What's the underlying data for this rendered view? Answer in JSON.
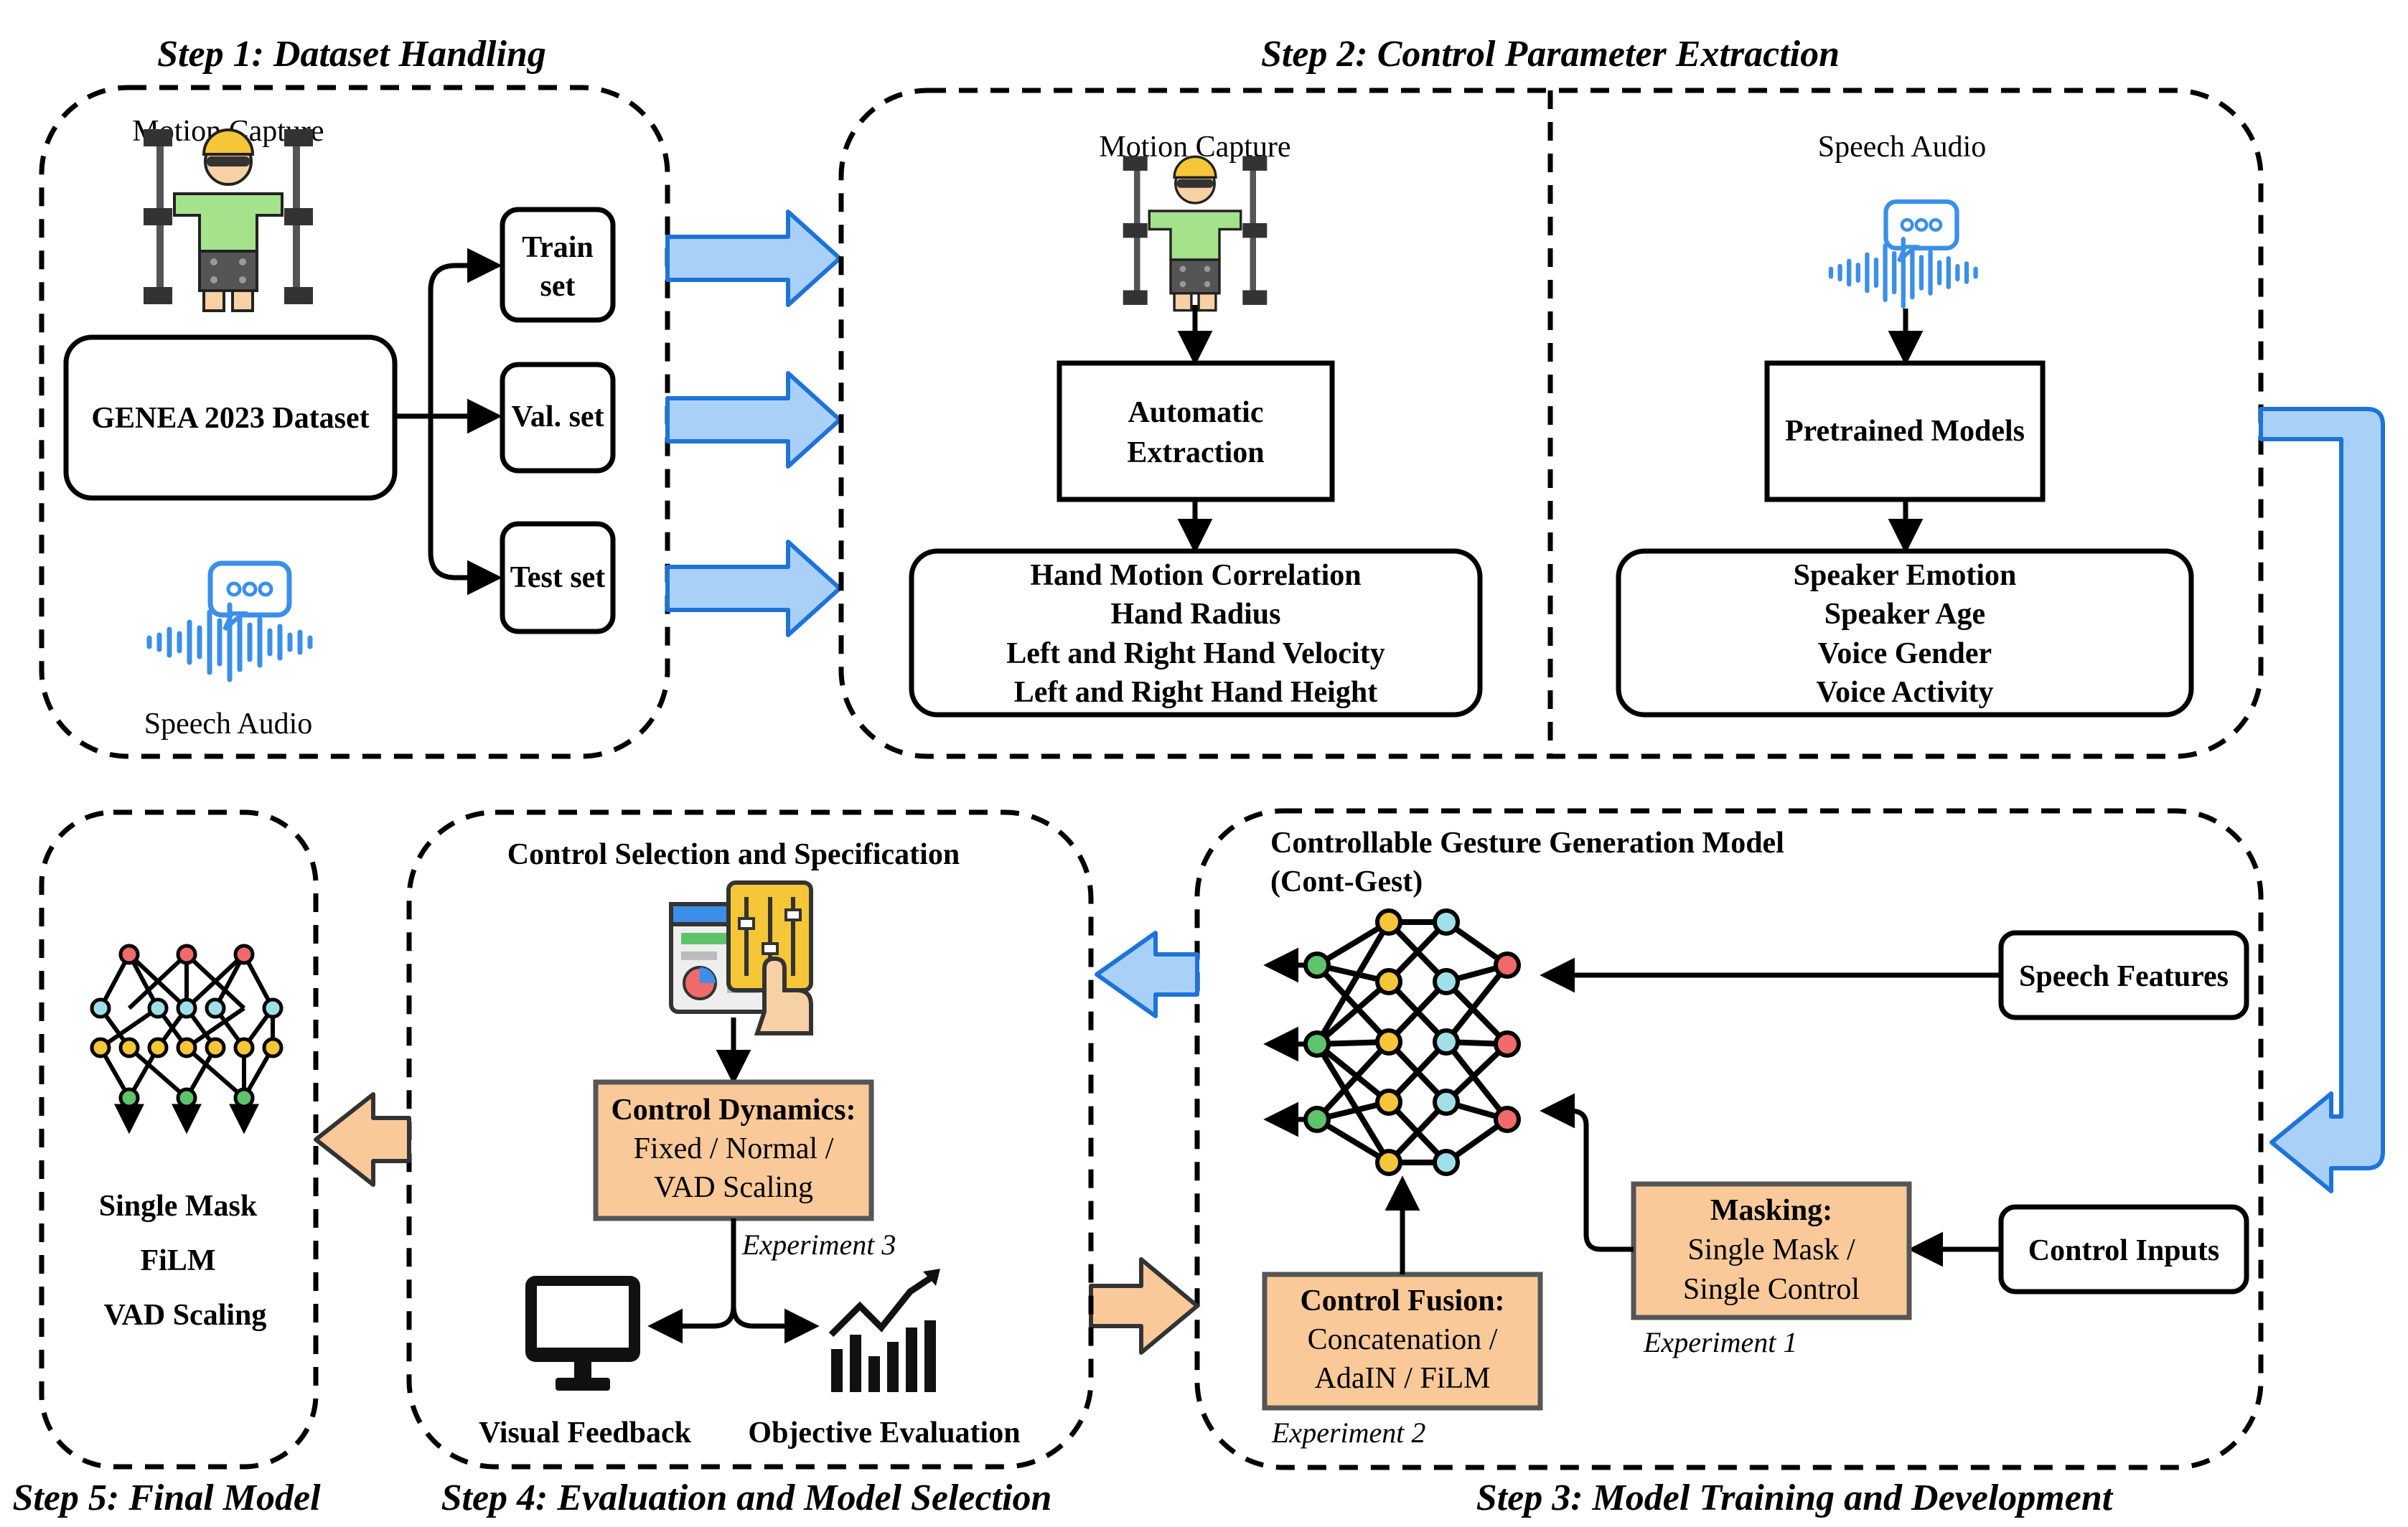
{
  "colors": {
    "blue_arrow": "#a9d1f7",
    "blue_outline": "#1e73d8",
    "orange_fill": "#f9c99a",
    "orange_outline": "#555555",
    "node_red": "#f06a6a",
    "node_green": "#5dc46b",
    "node_yellow": "#f5c637",
    "node_cyan": "#9fe0e8"
  },
  "step1": {
    "title": "Step 1: Dataset Handling",
    "mocap_label": "Motion Capture",
    "audio_label": "Speech Audio",
    "dataset_label": "GENEA 2023 Dataset",
    "train_label_1": "Train",
    "train_label_2": "set",
    "val_label": "Val. set",
    "test_label": "Test set"
  },
  "step2": {
    "title": "Step 2: Control Parameter Extraction",
    "mocap_label": "Motion Capture",
    "audio_label": "Speech Audio",
    "extraction_1": "Automatic",
    "extraction_2": "Extraction",
    "pretrained": "Pretrained Models",
    "motion_params": [
      "Hand Motion Correlation",
      "Hand Radius",
      "Left and Right Hand Velocity",
      "Left and Right Hand Height"
    ],
    "speech_params": [
      "Speaker Emotion",
      "Speaker Age",
      "Voice Gender",
      "Voice Activity"
    ]
  },
  "step3": {
    "title": "Step 3: Model Training and Development",
    "model_title_1": "Controllable Gesture Generation Model",
    "model_title_2": "(Cont-Gest)",
    "speech_features": "Speech Features",
    "control_inputs": "Control Inputs",
    "masking_title": "Masking:",
    "masking_1": "Single Mask /",
    "masking_2": "Single Control",
    "experiment_1": "Experiment 1",
    "fusion_title": "Control Fusion:",
    "fusion_1": "Concatenation /",
    "fusion_2": "AdaIN / FiLM",
    "experiment_2": "Experiment 2"
  },
  "step4": {
    "title": "Step 4: Evaluation and Model Selection",
    "section_title": "Control Selection and Specification",
    "dynamics_title": "Control Dynamics:",
    "dynamics_1": "Fixed / Normal /",
    "dynamics_2": "VAD Scaling",
    "experiment_3": "Experiment 3",
    "visual_feedback": "Visual Feedback",
    "objective_eval": "Objective Evaluation"
  },
  "step5": {
    "title": "Step 5: Final Model",
    "items": [
      "Single Mask",
      "FiLM",
      "VAD Scaling"
    ]
  },
  "icons": [
    "motion-capture-icon",
    "speech-audio-icon",
    "neural-network-icon",
    "control-panel-icon",
    "monitor-icon",
    "bar-chart-icon"
  ]
}
